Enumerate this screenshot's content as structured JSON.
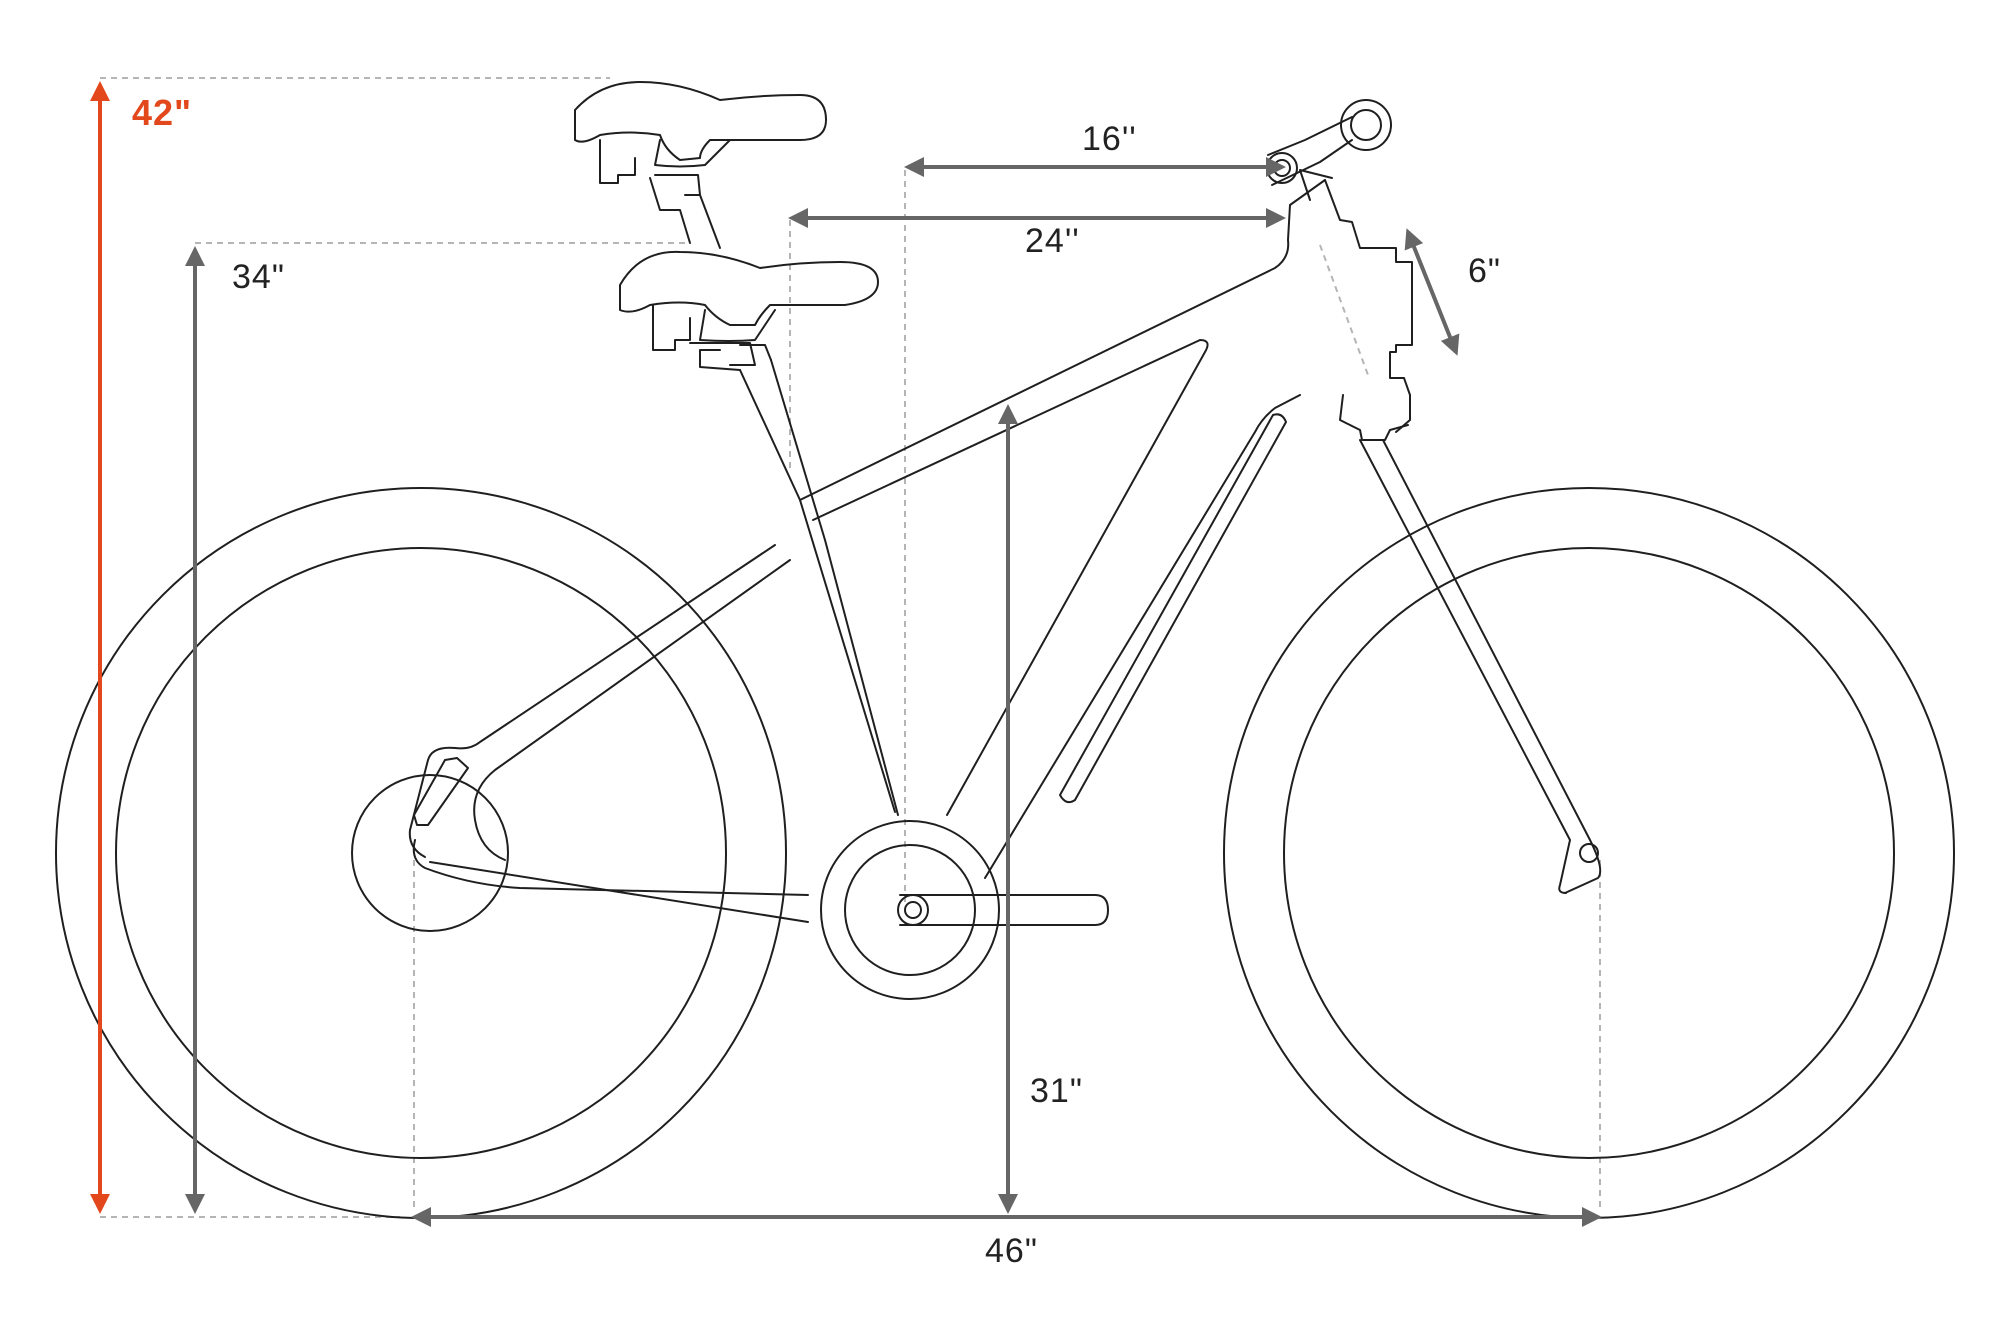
{
  "colors": {
    "outline": "#1f1f1f",
    "dimension": "#666666",
    "guide": "#b5b5b5",
    "accent": "#e2481b"
  },
  "labels": {
    "max_height": "42\"",
    "min_height": "34\"",
    "reach_high": "16''",
    "reach_low": "24''",
    "stem_adjust": "6\"",
    "standover": "31\"",
    "wheelbase": "46\""
  }
}
